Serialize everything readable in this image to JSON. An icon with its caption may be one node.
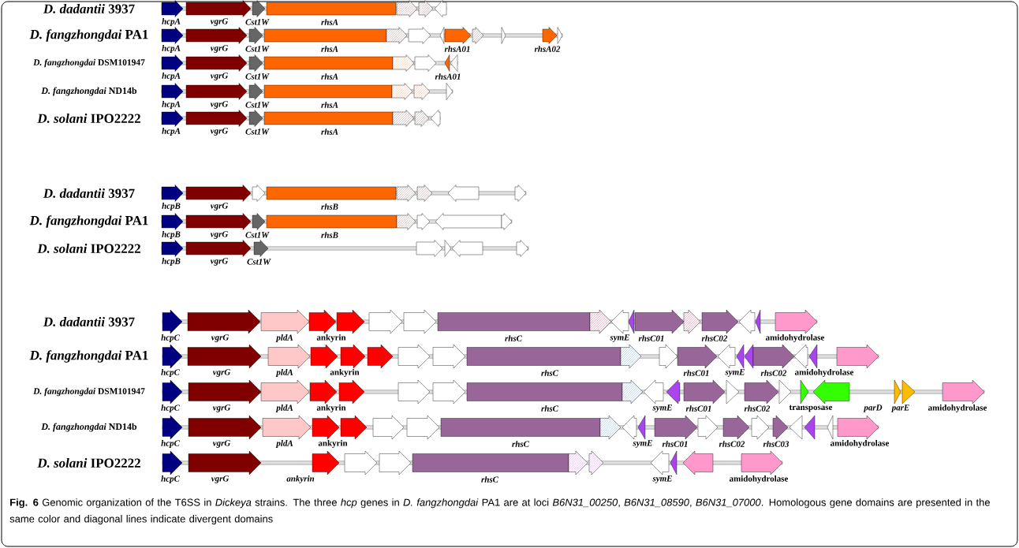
{
  "diagram": {
    "caption": "**Fig. 6** Genomic organization of the T6SS in *Dickeya* strains. The three *hcp* genes in *D. fangzhongdai* PA1 are at loci *B6N31_00250*, *B6N31_08590*, *B6N31_07000*. Homologous gene domains are presented in the same color and diagonal lines indicate divergent domains",
    "labels": [
      "*D. dadantii* 3937",
      "hcpA",
      "vgrG",
      "Cst1W",
      "rhsA",
      "*D. fangzhongdai* PA1",
      "hcpA",
      "vgrG",
      "Cst1W",
      "rhsA",
      "rhsA01",
      "rhsA02",
      "*D. fangzhongdai* DSM101947",
      "hcpA",
      "vgrG",
      "Cst1W",
      "rhsA",
      "rhsA01",
      "*D. fangzhongdai* ND14b",
      "hcpA",
      "vgrG",
      "Cst1W",
      "rhsA",
      "*D. solani* IPO2222",
      "hcpA",
      "vgrG",
      "Cst1W",
      "rhsA",
      "*D. dadantii* 3937",
      "hcpB",
      "vgrG",
      "rhsB",
      "*D. fangzhongdai* PA1",
      "hcpB",
      "vgrG",
      "Cst1W",
      "rhsB",
      "*D. solani* IPO2222",
      "hcpB",
      "vgrG",
      "Cst1W",
      "*D. dadantii* 3937",
      "hcpC",
      "vgrG",
      "pldA",
      "ankyrin",
      "rhsC",
      "symE",
      "rhsC01",
      "rhsC02",
      "amidohydrolase",
      "*D. fangzhongdai* PA1",
      "hcpC",
      "vgrG",
      "pldA",
      "ankyrin",
      "rhsC",
      "rhsC01",
      "symE",
      "rhsC02",
      "amidohydrolase",
      "*D. fangzhongdai* DSM101947",
      "hcpC",
      "vgrG",
      "pldA",
      "ankyrin",
      "rhsC",
      "symE",
      "rhsC01",
      "rhsC02",
      "transposase",
      "parD",
      "parE",
      "amidohydrolase",
      "*D. fangzhongdai* ND14b",
      "hcpC",
      "vgrG",
      "pldA",
      "ankyrin",
      "rhsC",
      "symE",
      "rhsC01",
      "rhsC02",
      "rhsC03",
      "amidohydrolase",
      "*D. solani* IPO2222",
      "hcpC",
      "vgrG",
      "ankyrin",
      "rhsC",
      "symE",
      "amidohydrolase"
    ]
  }
}
